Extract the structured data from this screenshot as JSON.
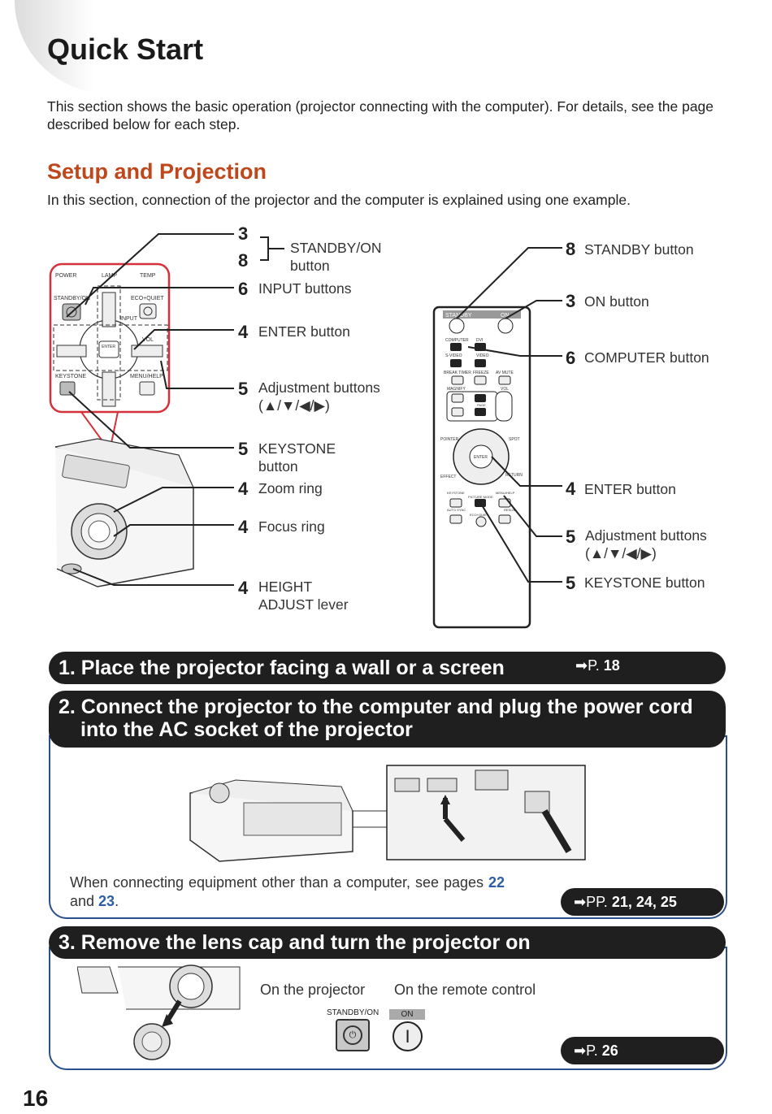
{
  "page": {
    "title": "Quick Start",
    "intro": "This section shows the basic operation (projector connecting with the computer). For details, see the page described below for each step.",
    "page_number": "16"
  },
  "setup": {
    "title": "Setup and Projection",
    "intro": "In this section, connection of the projector and the computer is explained using one example."
  },
  "projector_callouts": [
    {
      "num": "3",
      "label": ""
    },
    {
      "num": "8",
      "label": "STANDBY/ON button"
    },
    {
      "num": "6",
      "label": "INPUT buttons"
    },
    {
      "num": "4",
      "label": "ENTER button"
    },
    {
      "num": "5",
      "label": "Adjustment buttons (▲/▼/◀/▶)"
    },
    {
      "num": "5",
      "label": "KEYSTONE button"
    },
    {
      "num": "4",
      "label": "Zoom ring"
    },
    {
      "num": "4",
      "label": "Focus ring"
    },
    {
      "num": "4",
      "label": "HEIGHT ADJUST lever"
    }
  ],
  "remote_callouts": [
    {
      "num": "8",
      "label": "STANDBY button"
    },
    {
      "num": "3",
      "label": "ON button"
    },
    {
      "num": "6",
      "label": "COMPUTER button"
    },
    {
      "num": "4",
      "label": "ENTER button"
    },
    {
      "num": "5",
      "label": "Adjustment buttons (▲/▼/◀/▶)"
    },
    {
      "num": "5",
      "label": "KEYSTONE button"
    }
  ],
  "panel_labels": {
    "power": "POWER",
    "lamp": "LAMP",
    "temp": "TEMP",
    "standby_on": "STANDBY/ON",
    "eco_quiet": "ECO+QUIET",
    "input": "INPUT",
    "vol": "VOL",
    "enter": "ENTER",
    "keystone": "KEYSTONE",
    "menu_help": "MENU/HELP"
  },
  "remote_labels": {
    "standby": "STANDBY",
    "on": "ON",
    "computer": "COMPUTER",
    "dvi": "DVI",
    "s_video": "S-VIDEO",
    "video": "VIDEO",
    "break_timer": "BREAK TIMER",
    "freeze": "FREEZE",
    "av_mute": "AV MUTE",
    "magnify": "MAGNIFY",
    "page": "PAGE",
    "vol": "VOL",
    "pointer": "POINTER",
    "spot": "SPOT",
    "enter": "ENTER",
    "effect": "EFFECT",
    "return": "RETURN",
    "keystone": "KEYSTONE",
    "menu_help": "MENU/HELP",
    "picture_mode": "PICTURE MODE",
    "auto_sync": "AUTO SYNC",
    "eco_quiet": "ECO+QUIET",
    "resize": "RESIZE"
  },
  "steps": [
    {
      "title": "1. Place the projector facing a wall or a screen",
      "ref_prefix": "P.",
      "ref_pages": "18"
    },
    {
      "title_line1": "2. Connect the projector to the computer and plug the power cord",
      "title_line2": "into the AC socket of the projector",
      "note_a": "When connecting equipment other than a computer, see pages ",
      "note_p1": "22",
      "note_and": " and ",
      "note_p2": "23",
      "note_end": ".",
      "ref_prefix": "PP.",
      "ref_pages": "21, 24, 25"
    },
    {
      "title": "3. Remove the lens cap and turn the projector on",
      "on_projector": "On the projector",
      "on_remote": "On the remote control",
      "btn_standby_on": "STANDBY/ON",
      "btn_on": "ON",
      "ref_prefix": "P.",
      "ref_pages": "26"
    }
  ],
  "colors": {
    "accent": "#c0471c",
    "bar": "#1f1f1f",
    "frame": "#2a4f8a",
    "panel_outline": "#d6313a",
    "link": "#2c5ea8"
  }
}
